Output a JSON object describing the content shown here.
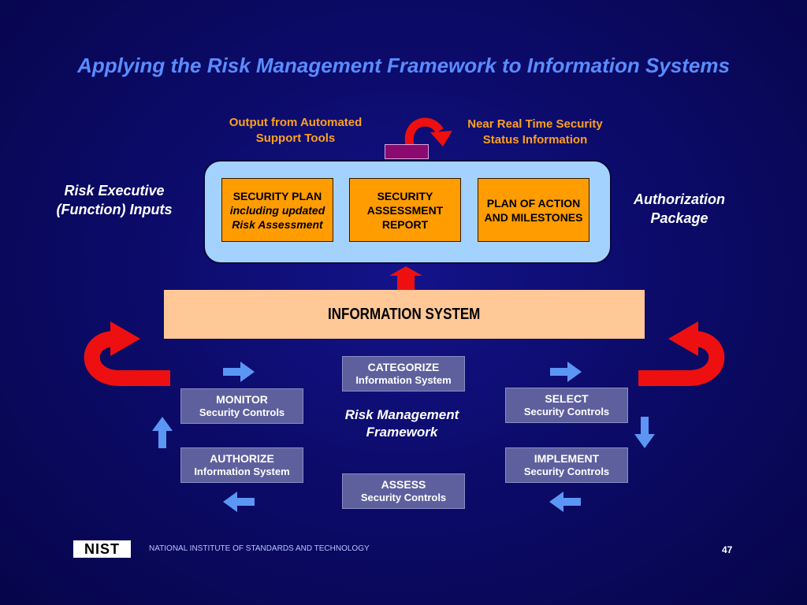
{
  "title": "Applying the Risk Management Framework to Information Systems",
  "annotations": {
    "output_tools": "Output from Automated Support Tools",
    "near_real_time": "Near Real Time Security Status Information",
    "risk_executive": "Risk Executive (Function) Inputs",
    "authorization_package": "Authorization Package"
  },
  "package": {
    "security_plan": {
      "title": "SECURITY PLAN",
      "sub1": "including updated",
      "sub2": "Risk Assessment"
    },
    "assessment_report": "SECURITY ASSESSMENT REPORT",
    "poam": "PLAN OF ACTION AND MILESTONES"
  },
  "information_system": "INFORMATION SYSTEM",
  "steps": {
    "categorize": {
      "name": "CATEGORIZE",
      "sub": "Information System"
    },
    "select": {
      "name": "SELECT",
      "sub": "Security Controls"
    },
    "implement": {
      "name": "IMPLEMENT",
      "sub": "Security Controls"
    },
    "assess": {
      "name": "ASSESS",
      "sub": "Security Controls"
    },
    "authorize": {
      "name": "AUTHORIZE",
      "sub": "Information System"
    },
    "monitor": {
      "name": "MONITOR",
      "sub": "Security Controls"
    }
  },
  "rmf_label": "Risk Management Framework",
  "footer": {
    "logo": "NIST",
    "org": "NATIONAL INSTITUTE OF STANDARDS AND TECHNOLOGY",
    "page_number": "47"
  },
  "colors": {
    "title": "#5a8cff",
    "annotation": "#ffa020",
    "document_box": "#ff9c00",
    "container": "#a4d2ff",
    "information_system": "#ffc896",
    "step_box": "#5e609e",
    "flow_arrow": "#5b96f5",
    "feedback_arrow": "#ee1010",
    "connector": "#8a0a70"
  }
}
